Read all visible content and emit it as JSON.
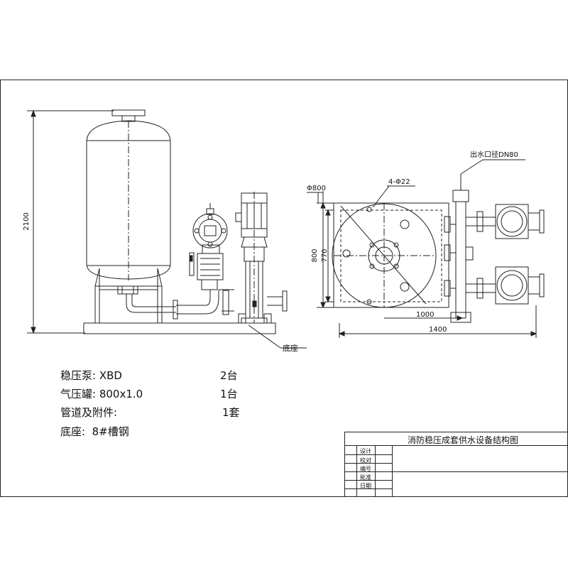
{
  "drawing": {
    "dimensions": {
      "height": "2100",
      "tank_diameter": "Φ800",
      "holes": "4-Φ22",
      "outlet": "出水口径DN80",
      "depth_outer": "800",
      "depth_inner": "770",
      "width_inner": "1000",
      "width_outer": "1400"
    },
    "base_callout": "底座"
  },
  "specs": [
    {
      "label": "稳压泵: XBD",
      "value": "2台"
    },
    {
      "label": "气压罐: 800x1.0",
      "value": "1台"
    },
    {
      "label": "管道及附件:",
      "value": "1套"
    },
    {
      "label": "底座:  8#槽钢",
      "value": ""
    }
  ],
  "title_block": {
    "title": "消防稳压成套供水设备结构图",
    "rows": [
      "设计",
      "校对",
      "编号",
      "批准",
      "日期"
    ]
  }
}
